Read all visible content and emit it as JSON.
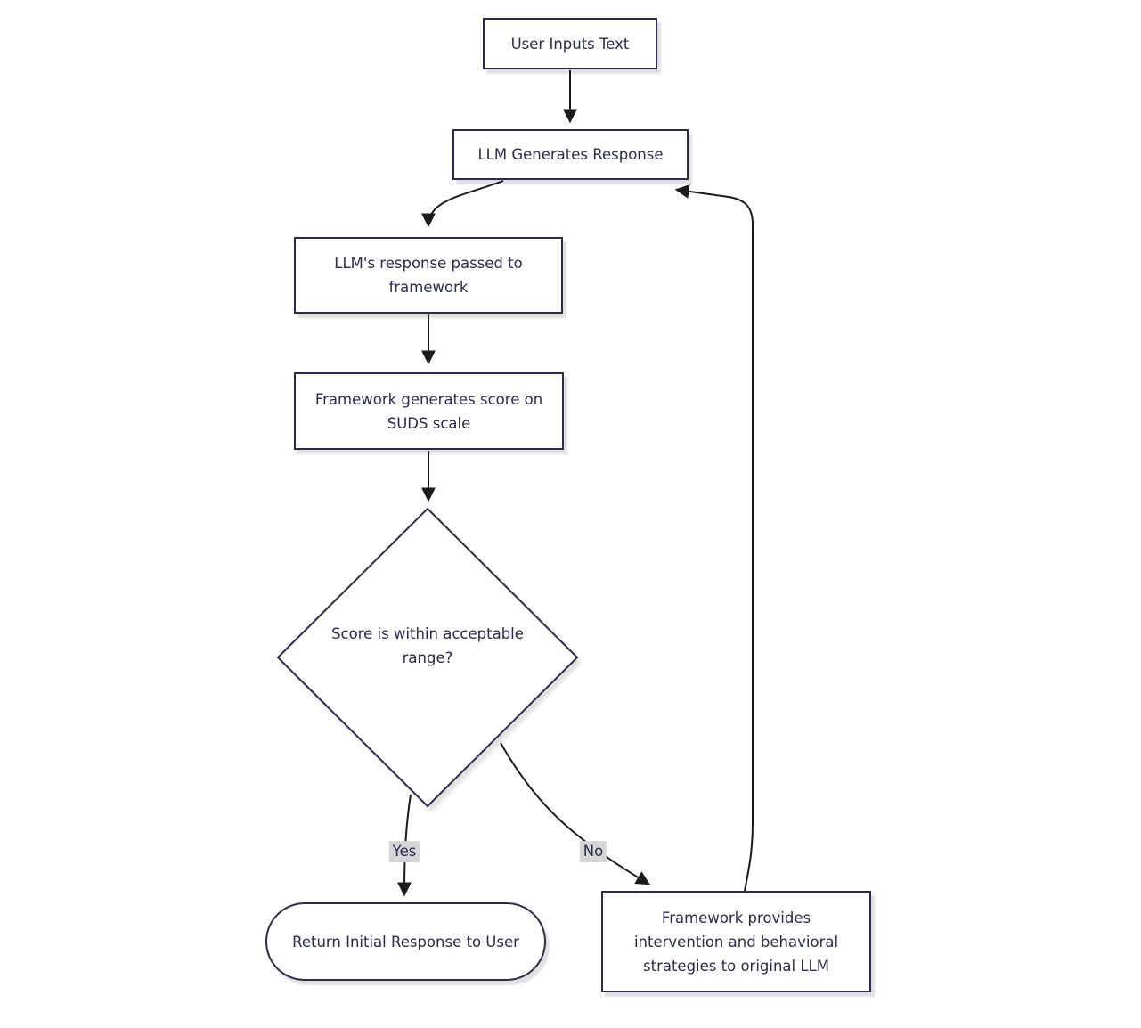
{
  "diagram": {
    "type": "flowchart",
    "direction": "top-down",
    "nodes": {
      "user_input": {
        "label": "User Inputs Text",
        "shape": "rectangle"
      },
      "llm_generates": {
        "label": "LLM Generates Response",
        "shape": "rectangle"
      },
      "passed_to_framework": {
        "label": "LLM's response passed to framework",
        "shape": "rectangle"
      },
      "framework_score": {
        "label": "Framework generates score on SUDS scale",
        "shape": "rectangle"
      },
      "decision": {
        "label": "Score is within acceptable range?",
        "shape": "diamond"
      },
      "return_response": {
        "label": "Return Initial Response to User",
        "shape": "stadium"
      },
      "framework_intervention": {
        "label": "Framework provides intervention and behavioral strategies to original LLM",
        "shape": "rectangle"
      }
    },
    "edges": [
      {
        "from": "user_input",
        "to": "llm_generates",
        "label": ""
      },
      {
        "from": "llm_generates",
        "to": "passed_to_framework",
        "label": ""
      },
      {
        "from": "passed_to_framework",
        "to": "framework_score",
        "label": ""
      },
      {
        "from": "framework_score",
        "to": "decision",
        "label": ""
      },
      {
        "from": "decision",
        "to": "return_response",
        "label": "Yes"
      },
      {
        "from": "decision",
        "to": "framework_intervention",
        "label": "No"
      },
      {
        "from": "framework_intervention",
        "to": "llm_generates",
        "label": ""
      }
    ],
    "edge_labels": {
      "yes": "Yes",
      "no": "No"
    },
    "colors": {
      "background": "#ffffff",
      "node_fill": "#ffffff",
      "node_border": "#2b2b4d",
      "node_text": "#2b2b4d",
      "edge_stroke": "#1b1b1b",
      "edge_label_bg": "#d6d6d6",
      "edge_label_text": "#2b2b4d"
    }
  }
}
